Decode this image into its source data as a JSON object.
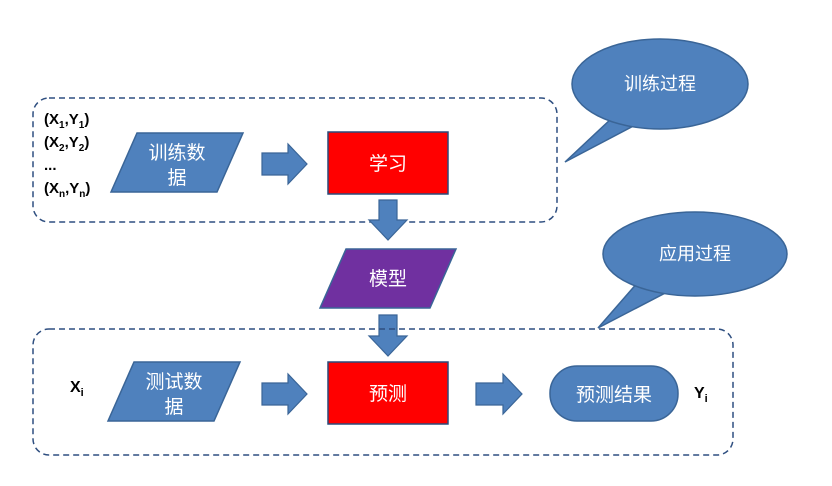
{
  "colors": {
    "blue_fill": "#4f81bd",
    "blue_stroke": "#3a6597",
    "red_fill": "#ff0000",
    "red_stroke": "#2a4a7a",
    "purple_fill": "#7030a0",
    "purple_stroke": "#3a6597",
    "dashed_border": "#2f4f80"
  },
  "callouts": {
    "training_process": "训练过程",
    "application_process": "应用过程"
  },
  "training": {
    "data_label_line1": "训练数",
    "data_label_line2": "据",
    "learn_label": "学习",
    "samples": [
      {
        "x_sub": "1",
        "y_sub": "1"
      },
      {
        "x_sub": "2",
        "y_sub": "2"
      },
      {
        "ellipsis": "..."
      },
      {
        "x_sub": "n",
        "y_sub": "n"
      }
    ]
  },
  "model": {
    "label": "模型"
  },
  "application": {
    "data_label_line1": "测试数",
    "data_label_line2": "据",
    "predict_label": "预测",
    "result_label": "预测结果",
    "input_var": {
      "base": "X",
      "sub": "i"
    },
    "output_var": {
      "base": "Y",
      "sub": "i"
    }
  }
}
